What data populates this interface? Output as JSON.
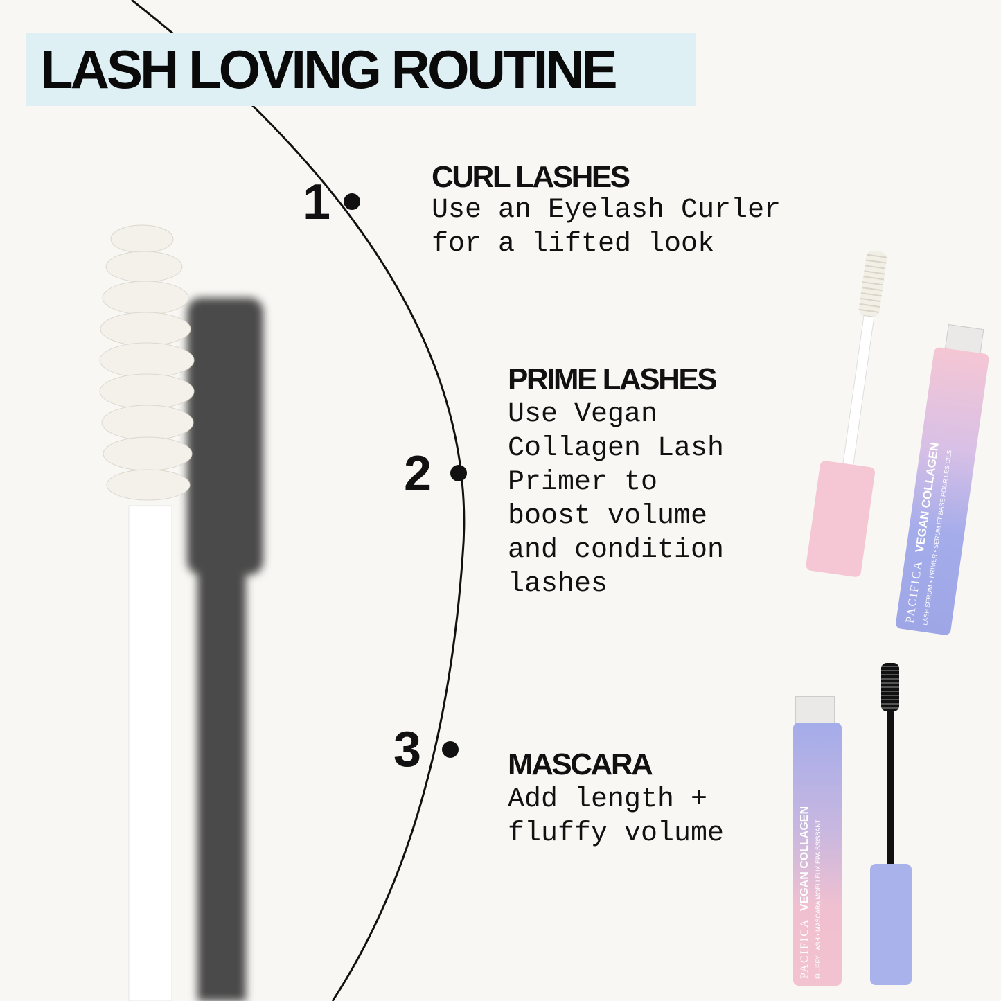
{
  "title": "LASH LOVING ROUTINE",
  "colors": {
    "title_bg": "#dff0f5",
    "background": "#f8f7f4",
    "pink": "#f4c3d3",
    "lavender": "#a4acea"
  },
  "steps": [
    {
      "number": "1",
      "heading": "CURL LASHES",
      "text": "Use an Eyelash Curler\nfor a lifted look"
    },
    {
      "number": "2",
      "heading": "PRIME LASHES",
      "text": "Use Vegan\nCollagen Lash\nPrimer to\nboost volume\nand condition\nlashes"
    },
    {
      "number": "3",
      "heading": "MASCARA",
      "text": "Add length +\nfluffy volume"
    }
  ],
  "products": {
    "primer": {
      "brand": "PACIFICA",
      "name": "VEGAN COLLAGEN",
      "sub": "LASH SERUM + PRIMER • SERUM ET BASE POUR LES CILS"
    },
    "mascara": {
      "brand": "PACIFICA",
      "name": "VEGAN COLLAGEN",
      "sub": "FLUFFY LASH • MASCARA MOELLEUX EPAISSISSANT"
    }
  }
}
